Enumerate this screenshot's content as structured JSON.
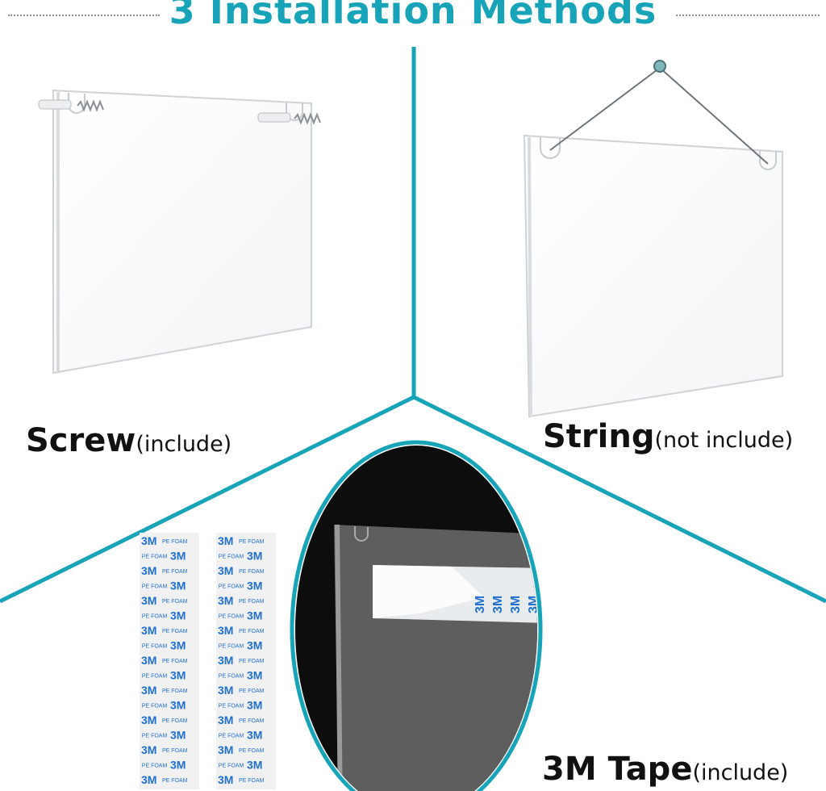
{
  "title": "3 Installation Methods",
  "colors": {
    "accent": "#17a3b8",
    "text": "#111111",
    "acrylic_edge": "#cfd3d6",
    "tape_blue": "#1f6fd1",
    "backdrop": "#0d0d0d"
  },
  "methods": [
    {
      "name": "Screw",
      "note": "(include)",
      "icon": "screw-icon"
    },
    {
      "name": "String",
      "note": "(not include)",
      "icon": "string-icon"
    },
    {
      "name": "3M Tape",
      "note": "(include)",
      "icon": "tape-icon"
    }
  ],
  "tape": {
    "brand": "3M",
    "material": "PE FOAM"
  }
}
